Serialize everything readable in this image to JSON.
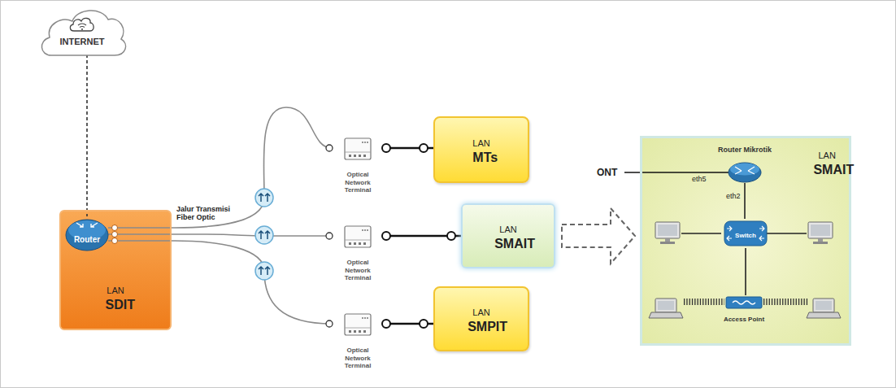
{
  "diagram": {
    "nodes": [
      {
        "text": [
          "INTERNET"
        ]
      },
      {
        "text": [
          "LAN SDIT"
        ]
      },
      {
        "text": [
          "Router"
        ],
        "in": 1
      },
      {
        "text": [
          "Optical Network Terminal"
        ]
      },
      {
        "text": [
          "Optical Network Terminal"
        ]
      },
      {
        "text": [
          "Optical Network Terminal"
        ]
      },
      {
        "text": [
          "LAN MTs"
        ]
      },
      {
        "text": [
          "LAN SMAIT"
        ]
      },
      {
        "text": [
          "LAN SMPIT"
        ]
      },
      {
        "text": [
          "LAN SMAIT"
        ]
      },
      {
        "text": [
          "Router Mikrotik"
        ],
        "in": 9
      },
      {
        "text": [
          "Switch"
        ],
        "in": 9
      },
      {
        "text": [
          "Access Point"
        ],
        "in": 9
      }
    ],
    "edges": [
      {
        "from": 0,
        "to": 2,
        "arrow": "none"
      },
      {
        "from": 2,
        "to": 3,
        "arrow": "none"
      },
      {
        "from": 2,
        "to": 4,
        "arrow": "none"
      },
      {
        "from": 2,
        "to": 5,
        "arrow": "none"
      },
      {
        "from": 3,
        "to": 6,
        "arrow": "none"
      },
      {
        "from": 4,
        "to": 7,
        "arrow": "none"
      },
      {
        "from": 5,
        "to": 8,
        "arrow": "none"
      },
      {
        "from": 7,
        "to": 9,
        "arrow": "to"
      },
      {
        "from": 10,
        "to": 11,
        "arrow": "none"
      },
      {
        "from": 11,
        "to": 12,
        "arrow": "none"
      }
    ],
    "labels": [
      "Jalur Transmisi Fiber Optic",
      "ONT",
      "eth5",
      "eth2"
    ]
  }
}
